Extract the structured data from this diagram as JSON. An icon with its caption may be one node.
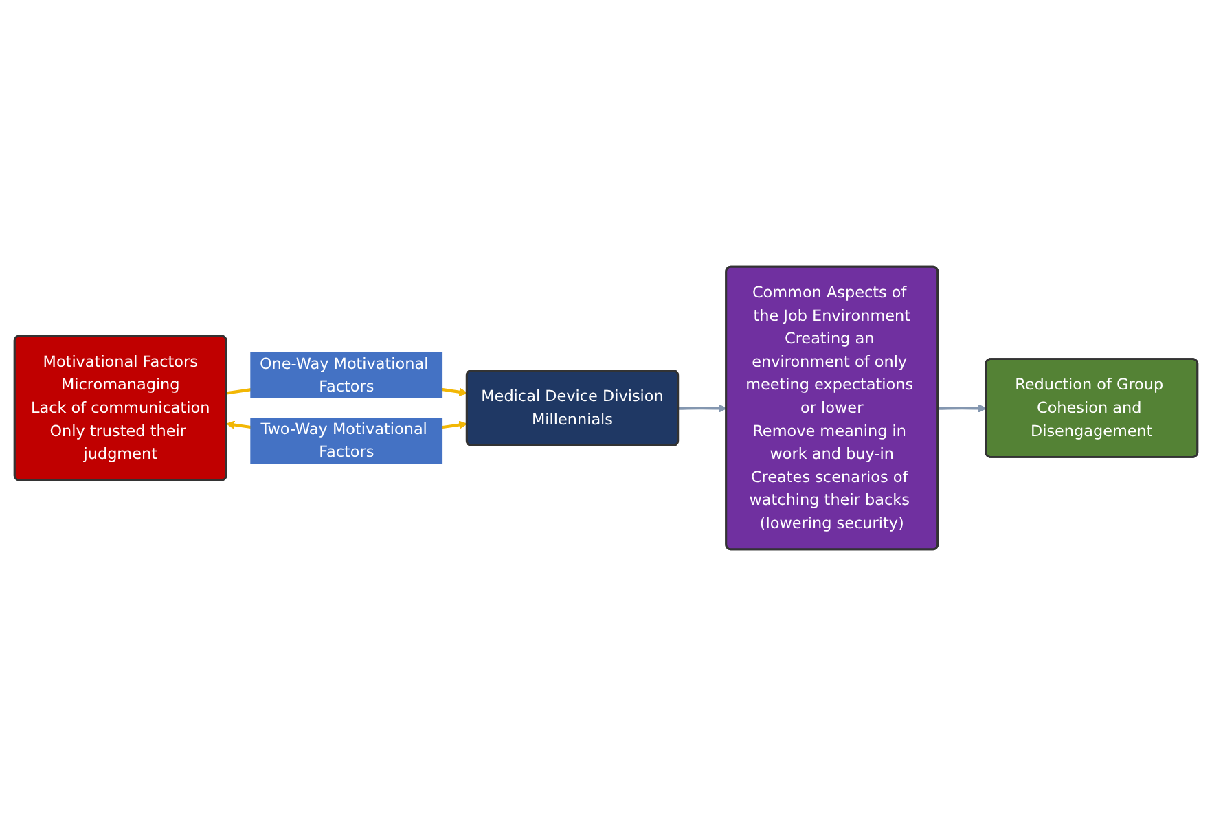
{
  "diagram": {
    "nodes": [
      {
        "text": [
          "Motivational Factors",
          "Micromanaging",
          "Lack of communication",
          "Only trusted their judgment"
        ]
      },
      {
        "text": [
          "Medical Device Division",
          "Millennials"
        ]
      },
      {
        "text": [
          "Common Aspects of the Job Environment",
          "Creating an environment of only meeting expectations or lower",
          "Remove meaning in work and buy-in",
          "Creates scenarios of watching their backs (lowering security)"
        ]
      },
      {
        "text": [
          "Reduction of Group Cohesion and Disengagement"
        ]
      }
    ],
    "edges": [
      {
        "from": 0,
        "to": 1,
        "arrow": "to",
        "label": "One-Way Motivational Factors",
        "color": "#f2b705"
      },
      {
        "from": 1,
        "to": 0,
        "arrow": "both",
        "label": "Two-Way Motivational Factors",
        "color": "#f2b705"
      },
      {
        "from": 1,
        "to": 2,
        "arrow": "to",
        "color": "#8497b0"
      },
      {
        "from": 2,
        "to": 3,
        "arrow": "to",
        "color": "#8497b0"
      }
    ]
  }
}
